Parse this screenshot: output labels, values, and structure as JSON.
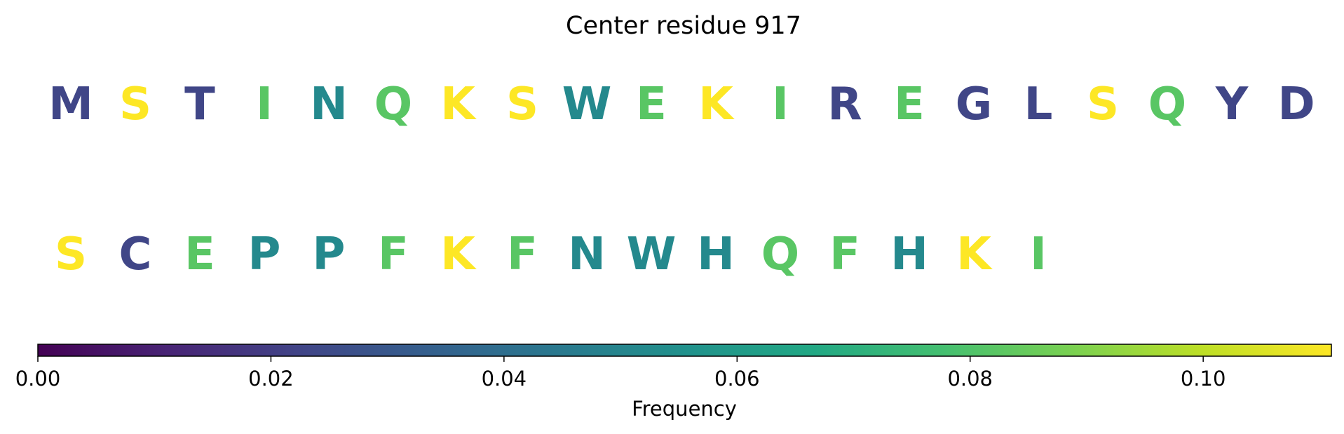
{
  "chart_data": {
    "type": "sequence-colormap",
    "title": "Center residue 917",
    "colormap": "viridis",
    "colorbar": {
      "label": "Frequency",
      "range": [
        0,
        0.111
      ],
      "ticks": [
        0.0,
        0.02,
        0.04,
        0.06,
        0.08,
        0.1
      ],
      "tick_labels": [
        "0.00",
        "0.02",
        "0.04",
        "0.06",
        "0.08",
        "0.10"
      ],
      "orientation": "horizontal"
    },
    "rows": [
      {
        "residues": [
          {
            "letter": "M",
            "value": 0.023
          },
          {
            "letter": "S",
            "value": 0.111
          },
          {
            "letter": "T",
            "value": 0.023
          },
          {
            "letter": "I",
            "value": 0.082
          },
          {
            "letter": "N",
            "value": 0.052
          },
          {
            "letter": "Q",
            "value": 0.082
          },
          {
            "letter": "K",
            "value": 0.111
          },
          {
            "letter": "S",
            "value": 0.111
          },
          {
            "letter": "W",
            "value": 0.052
          },
          {
            "letter": "E",
            "value": 0.082
          },
          {
            "letter": "K",
            "value": 0.111
          },
          {
            "letter": "I",
            "value": 0.082
          },
          {
            "letter": "R",
            "value": 0.023
          },
          {
            "letter": "E",
            "value": 0.082
          },
          {
            "letter": "G",
            "value": 0.023
          },
          {
            "letter": "L",
            "value": 0.023
          },
          {
            "letter": "S",
            "value": 0.111
          },
          {
            "letter": "Q",
            "value": 0.082
          },
          {
            "letter": "Y",
            "value": 0.023
          },
          {
            "letter": "D",
            "value": 0.023
          }
        ]
      },
      {
        "residues": [
          {
            "letter": "S",
            "value": 0.111
          },
          {
            "letter": "C",
            "value": 0.023
          },
          {
            "letter": "E",
            "value": 0.082
          },
          {
            "letter": "P",
            "value": 0.052
          },
          {
            "letter": "P",
            "value": 0.052
          },
          {
            "letter": "F",
            "value": 0.082
          },
          {
            "letter": "K",
            "value": 0.111
          },
          {
            "letter": "F",
            "value": 0.082
          },
          {
            "letter": "N",
            "value": 0.052
          },
          {
            "letter": "W",
            "value": 0.052
          },
          {
            "letter": "H",
            "value": 0.052
          },
          {
            "letter": "Q",
            "value": 0.082
          },
          {
            "letter": "F",
            "value": 0.082
          },
          {
            "letter": "H",
            "value": 0.052
          },
          {
            "letter": "K",
            "value": 0.111
          },
          {
            "letter": "I",
            "value": 0.082
          }
        ]
      }
    ]
  }
}
